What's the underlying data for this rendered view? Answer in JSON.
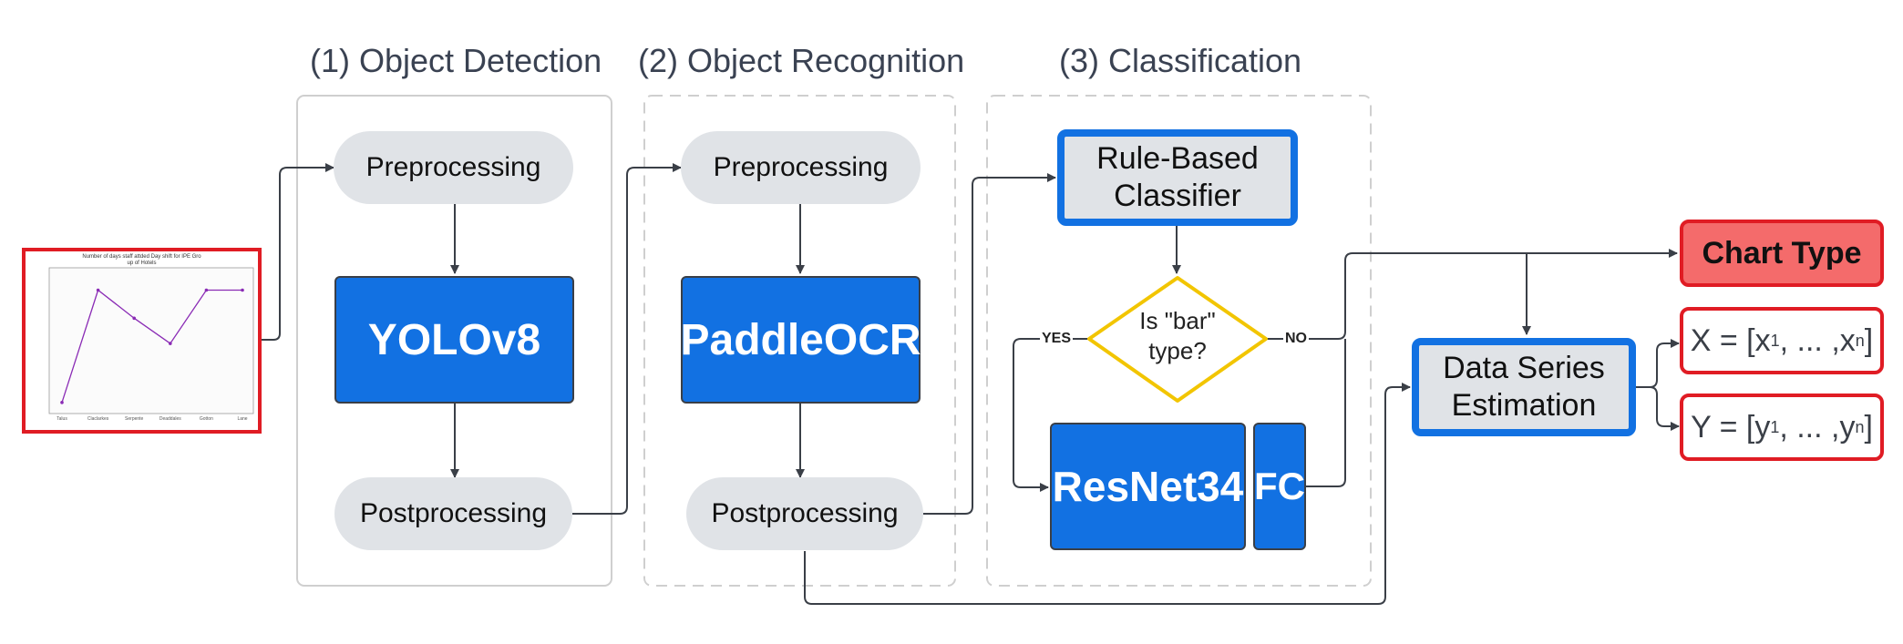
{
  "stages": {
    "detection": {
      "title": "(1) Object Detection",
      "pre": "Preprocessing",
      "model": "YOLOv8",
      "post": "Postprocessing"
    },
    "recognition": {
      "title": "(2) Object Recognition",
      "pre": "Preprocessing",
      "model": "PaddleOCR",
      "post": "Postprocessing"
    },
    "classification": {
      "title": "(3) Classification",
      "rule_line1": "Rule-Based",
      "rule_line2": "Classifier",
      "decision_line1": "Is \"bar\"",
      "decision_line2": "type?",
      "yes": "YES",
      "no": "NO",
      "backbone": "ResNet34",
      "head": "FC"
    }
  },
  "estimation": {
    "line1": "Data Series",
    "line2": "Estimation"
  },
  "outputs": {
    "chart_type": "Chart Type",
    "x_prefix": "X = [x",
    "x_sub1": "1",
    "x_mid": ", ... ,x",
    "x_subn": "n",
    "x_suffix": "]",
    "y_prefix": "Y = [y",
    "y_sub1": "1",
    "y_mid": ", ... ,y",
    "y_subn": "n",
    "y_suffix": "]"
  },
  "input_chart": {
    "title_line1": "Number of days staff attded Day shift for IPE Gro",
    "title_line2": "up of Hotels",
    "chart_data": {
      "type": "line",
      "title": "Number of days staff attded Day shift for IPE Gro up of Hotels",
      "categories": [
        "Talus",
        "Claclarkes",
        "Serpente",
        "Deaddales",
        "Gotton",
        "Lane"
      ],
      "values": [
        1,
        5,
        4,
        3.1,
        5,
        5
      ],
      "ylim": [
        0.8,
        5.6
      ],
      "color": "#8a2bb5"
    }
  },
  "colors": {
    "accent": "#1271e2",
    "output_border": "#e01c24",
    "output_fill": "#f46b6b",
    "decision": "#f2c500"
  }
}
